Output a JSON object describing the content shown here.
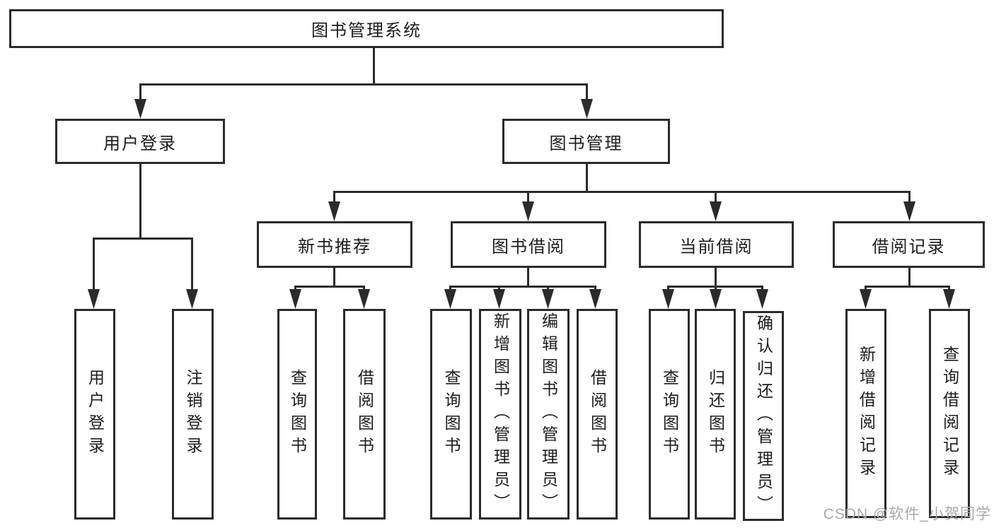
{
  "tree": {
    "label": "图书管理系统",
    "children": [
      {
        "label": "用户登录",
        "children": [
          {
            "label": "用户登录"
          },
          {
            "label": "注销登录"
          }
        ]
      },
      {
        "label": "图书管理",
        "children": [
          {
            "label": "新书推荐",
            "children": [
              {
                "label": "查询图书"
              },
              {
                "label": "借阅图书"
              }
            ]
          },
          {
            "label": "图书借阅",
            "children": [
              {
                "label": "查询图书"
              },
              {
                "label": "新增图书（管理员）"
              },
              {
                "label": "编辑图书（管理员）"
              },
              {
                "label": "借阅图书"
              }
            ]
          },
          {
            "label": "当前借阅",
            "children": [
              {
                "label": "查询图书"
              },
              {
                "label": "归还图书"
              },
              {
                "label": "确认归还（管理员）"
              }
            ]
          },
          {
            "label": "借阅记录",
            "children": [
              {
                "label": "新增借阅记录"
              },
              {
                "label": "查询借阅记录"
              }
            ]
          }
        ]
      }
    ]
  },
  "watermark": {
    "text": "CSDN @软件_小贺同学"
  },
  "colors": {
    "line": "#2b2b2b",
    "box_border": "#2b2b2b",
    "text": "#1c1c1c",
    "watermark": "#a9a9a9",
    "background": "#ffffff"
  }
}
